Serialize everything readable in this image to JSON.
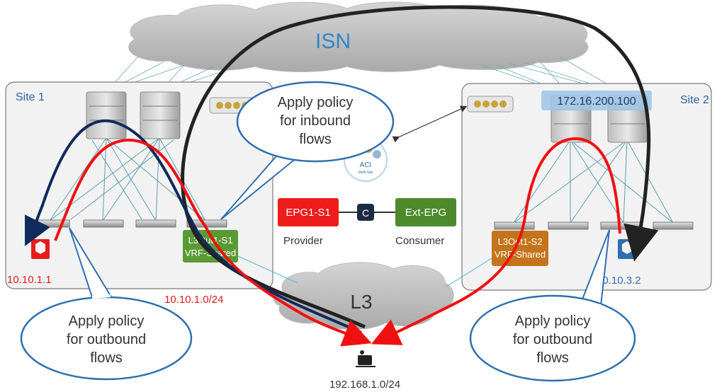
{
  "labels": {
    "isn": "ISN",
    "site1": "Site 1",
    "site2": "Site 2",
    "l3": "L3",
    "vip": "172.16.200.100",
    "host1_ip": "10.10.1.1",
    "host2_ip": "10.10.3.2",
    "subnet1": "10.10.1.0/24",
    "ext_subnet": "192.168.1.0/24",
    "l3out1_line1": "L3Out1-S1",
    "l3out1_line2": "VRF-Shared",
    "l3out2_line1": "L3Out1-S2",
    "l3out2_line2": "VRF-Shared",
    "epg1": "EPG1-S1",
    "ext_epg": "Ext-EPG",
    "contract": "C",
    "provider": "Provider",
    "consumer": "Consumer",
    "aci_logo": "ACI",
    "aci_logo_sub": "Multi-Site"
  },
  "callouts": {
    "inbound": [
      "Apply policy",
      "for inbound",
      "flows"
    ],
    "outbound_left": [
      "Apply policy",
      "for outbound",
      "flows"
    ],
    "outbound_right": [
      "Apply policy",
      "for outbound",
      "flows"
    ]
  },
  "colors": {
    "red_flow": "#f01010",
    "navy_flow": "#0f2a5c",
    "black_flow": "#222222",
    "callout_border": "#2f6fb0",
    "epg_red": "#ef1c1c",
    "ext_epg_green": "#4c8a2c",
    "l3out_green": "#5a9a35",
    "l3out_orange": "#c4741c",
    "contract_navy": "#1c2a44",
    "ip_red": "#e21d1d",
    "ip_blue": "#2f6fb0"
  }
}
